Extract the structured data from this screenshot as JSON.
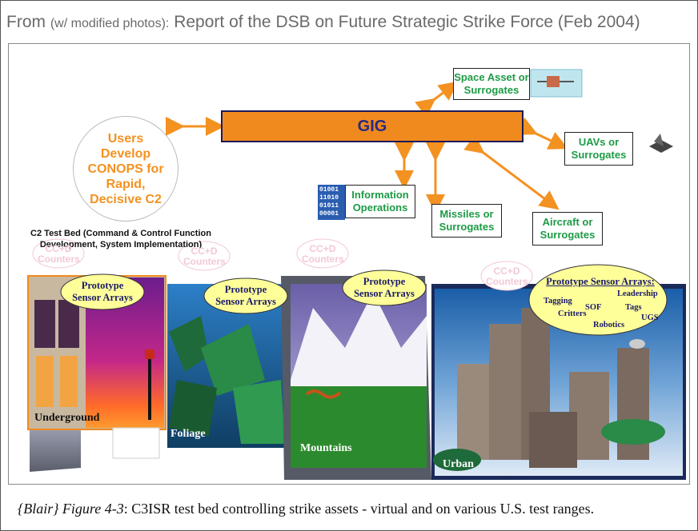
{
  "header": {
    "prefix": "From",
    "modifier": "(w/ modified photos):",
    "title": "Report of the DSB on Future Strategic Strike Force (Feb 2004)"
  },
  "diagram": {
    "users_node": "Users Develop CONOPS for Rapid, Decisive C2",
    "gig_node": "GIG",
    "space_node": "Space Asset or Surrogates",
    "uav_node": "UAVs or Surrogates",
    "info_ops_node": "Information Operations",
    "binary_digits": [
      "01001",
      "11010",
      "01011",
      "00001"
    ],
    "missiles_node": "Missiles or Surrogates",
    "aircraft_node": "Aircraft or Surrogates",
    "c2_testbed_text": "C2 Test Bed (Command & Control Function Development, System Implementation)",
    "counters_label": "CC+D Counters",
    "sensor_cloud_label": "Prototype Sensor Arrays",
    "urban_sensor_cloud": {
      "title": "Prototype Sensor Arrays:",
      "items": [
        "Leadership",
        "Tagging",
        "SOF",
        "Tags",
        "Critters",
        "UGS",
        "Robotics"
      ]
    },
    "scenes": [
      "Underground",
      "Foliage",
      "Mountains",
      "Urban"
    ],
    "colors": {
      "gig_fill": "#f18a1e",
      "gig_text": "#2a2a80",
      "users_text": "#f39221",
      "node_text": "#1d9b45",
      "arrow": "#f39221"
    }
  },
  "caption": {
    "figure_ref": "{Blair} Figure 4-3",
    "text": ": C3ISR test bed controlling strike assets - virtual and on various U.S. test ranges."
  }
}
